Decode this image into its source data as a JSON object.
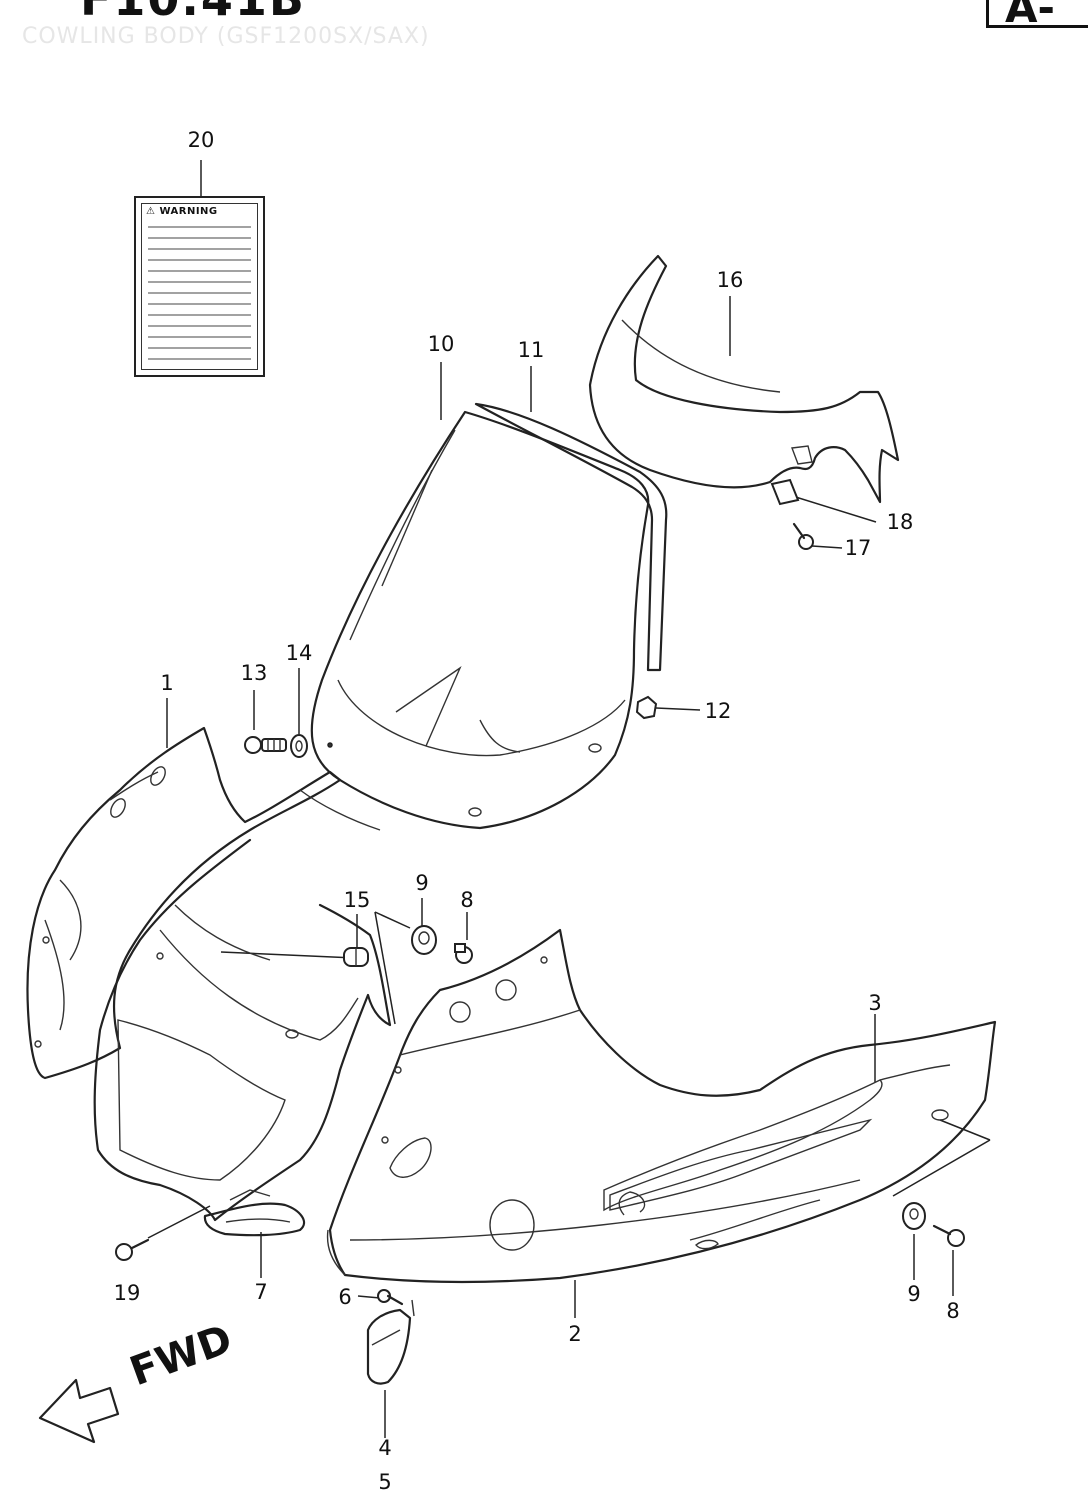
{
  "header": {
    "title": "F10.41B",
    "subtitle": "COWLING BODY (GSF1200SX/SAX)",
    "page_code": "A-"
  },
  "warning_label": {
    "heading": "⚠ WARNING"
  },
  "fwd_label": "FWD",
  "callouts": [
    {
      "id": "c20",
      "text": "20"
    },
    {
      "id": "c16",
      "text": "16"
    },
    {
      "id": "c10",
      "text": "10"
    },
    {
      "id": "c11",
      "text": "11"
    },
    {
      "id": "c18",
      "text": "18"
    },
    {
      "id": "c17",
      "text": "17"
    },
    {
      "id": "c13",
      "text": "13"
    },
    {
      "id": "c14",
      "text": "14"
    },
    {
      "id": "c1",
      "text": "1"
    },
    {
      "id": "c12",
      "text": "12"
    },
    {
      "id": "c9a",
      "text": "9"
    },
    {
      "id": "c8a",
      "text": "8"
    },
    {
      "id": "c15",
      "text": "15"
    },
    {
      "id": "c3",
      "text": "3"
    },
    {
      "id": "c19",
      "text": "19"
    },
    {
      "id": "c7",
      "text": "7"
    },
    {
      "id": "c6",
      "text": "6"
    },
    {
      "id": "c2",
      "text": "2"
    },
    {
      "id": "c9b",
      "text": "9"
    },
    {
      "id": "c8b",
      "text": "8"
    },
    {
      "id": "c4",
      "text": "4"
    },
    {
      "id": "c5",
      "text": "5"
    }
  ]
}
